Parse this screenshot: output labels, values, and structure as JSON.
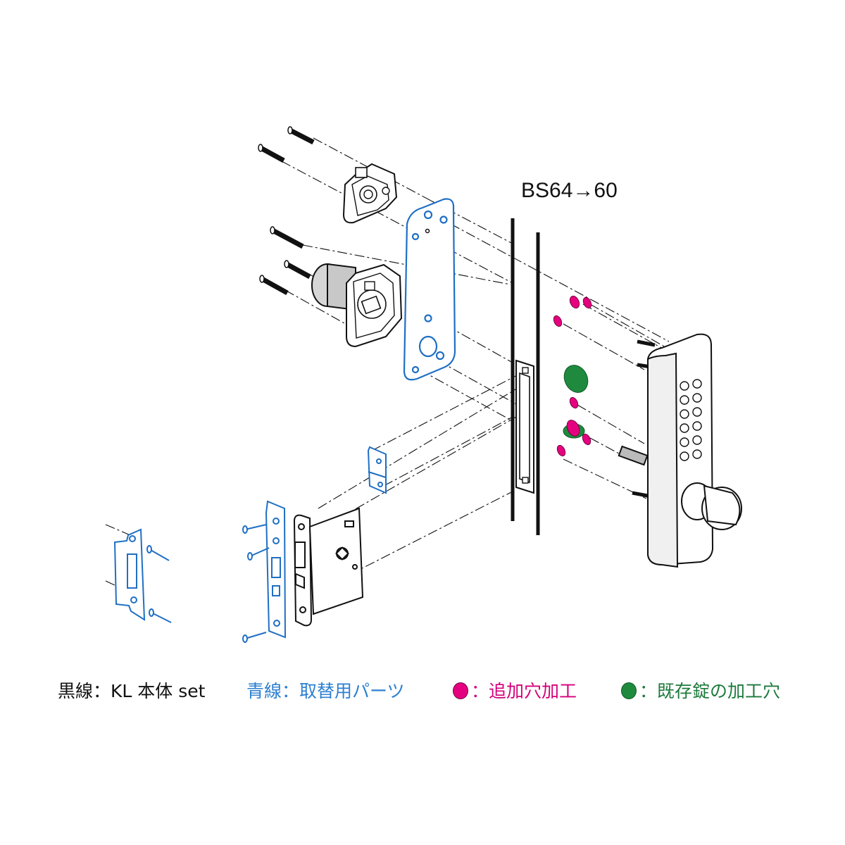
{
  "bs_label": "BS64→60",
  "legend": {
    "black": "黒線：KL 本体 set",
    "blue": "青線：取替用パーツ",
    "magenta": "：追加穴加工",
    "green": "：既存錠の加工穴"
  },
  "colors": {
    "black_line": "#111111",
    "blue_line": "#1f6fc4",
    "magenta": "#e5007f",
    "green": "#1f8a3e",
    "legend_blue": "#2d7fd0",
    "legend_magenta": "#d4007a",
    "legend_green": "#1d7a3c"
  }
}
